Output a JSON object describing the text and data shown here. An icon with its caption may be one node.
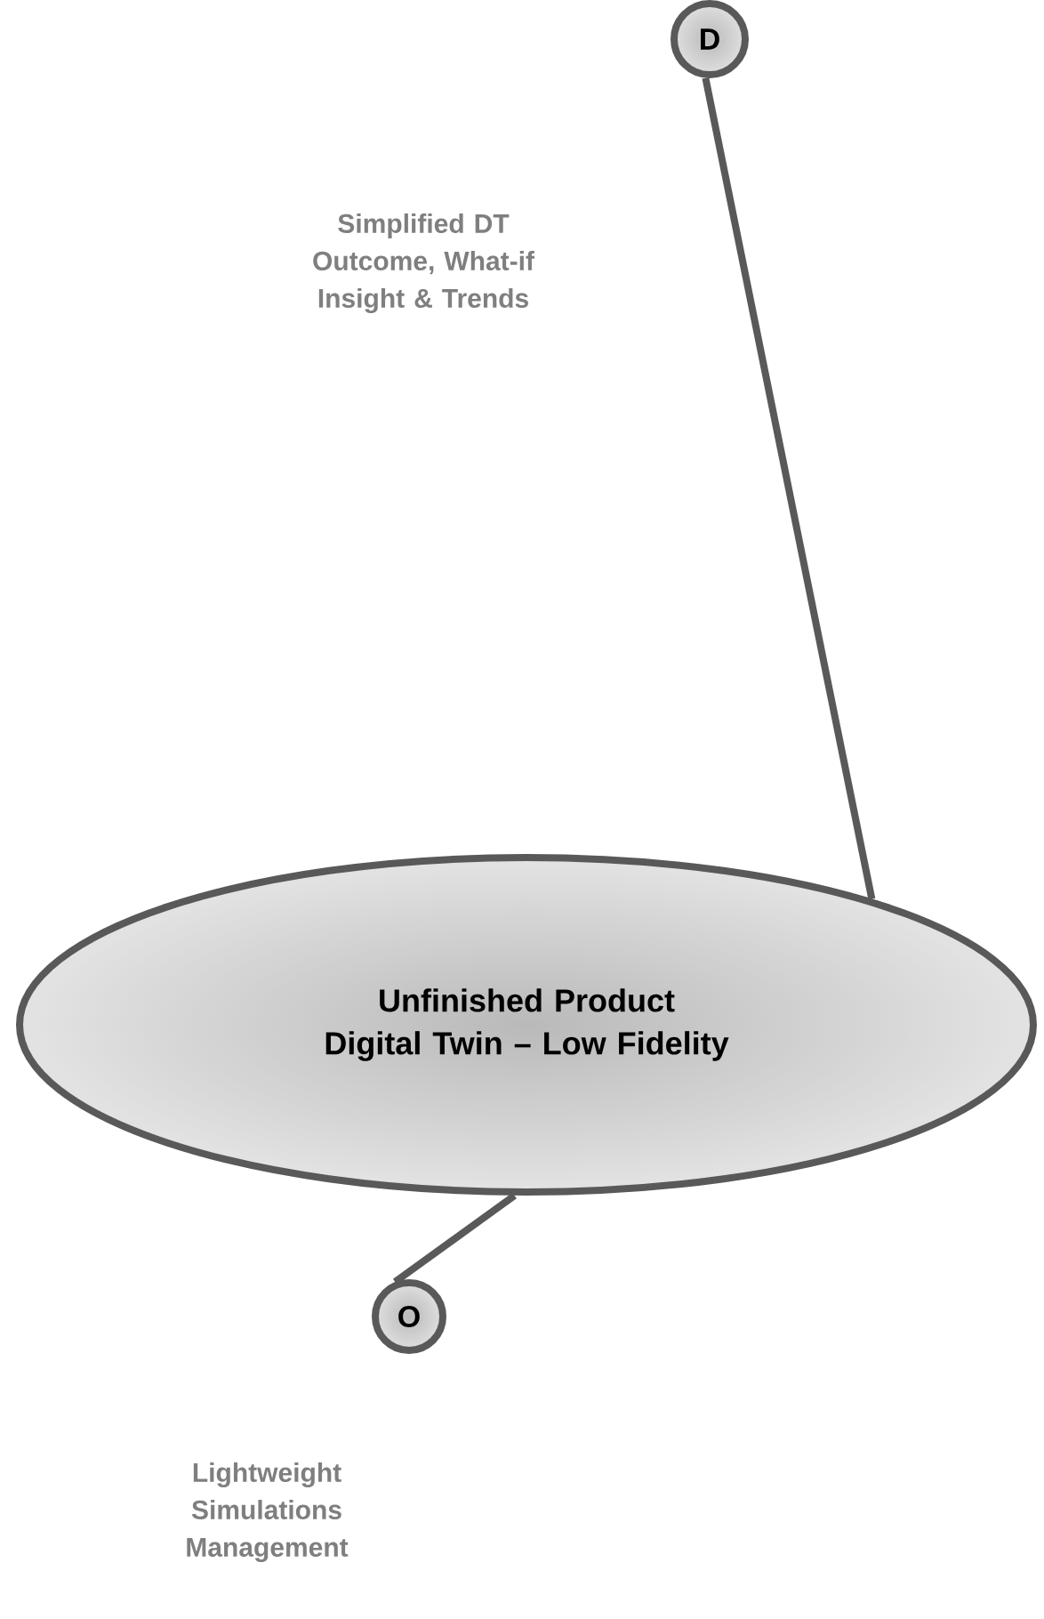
{
  "diagram": {
    "nodes": [
      {
        "text": [
          "D"
        ]
      },
      {
        "text": [
          "Unfinished Product Digital Twin – Low Fidelity"
        ]
      },
      {
        "text": [
          "O"
        ]
      }
    ],
    "labels": [
      "Simplified DT Outcome, What-if Insight & Trends",
      "Lightweight Simulations Management"
    ],
    "edges": [
      {
        "from": 0,
        "to": 1,
        "arrow": "none"
      },
      {
        "from": 1,
        "to": 2,
        "arrow": "none"
      }
    ]
  }
}
